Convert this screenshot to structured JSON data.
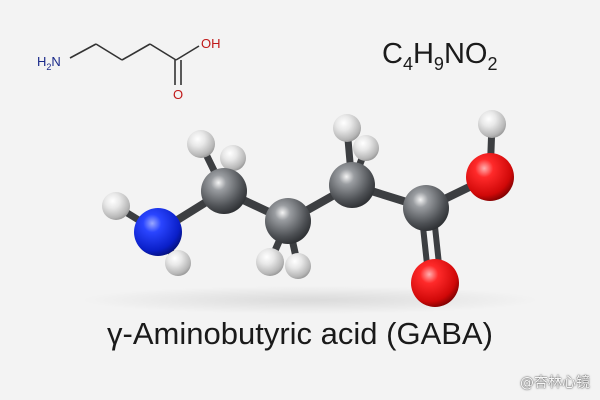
{
  "skeletal": {
    "amine_label_main": "H",
    "amine_label_sub": "2",
    "amine_label_tail": "N",
    "hydroxyl_label": "OH",
    "carbonyl_label": "O"
  },
  "formula": {
    "c": "C",
    "c_sub": "4",
    "h": "H",
    "h_sub": "9",
    "n": "N",
    "o": "O",
    "o_sub": "2"
  },
  "title": "γ-Aminobutyric acid (GABA)",
  "watermark": {
    "text": "@杏林心镜"
  },
  "colors": {
    "background": "#f3f3f3",
    "carbon": "#55585c",
    "hydrogen": "#dcdcdc",
    "nitrogen": "#1030e0",
    "oxygen": "#e01010",
    "skeletal_line": "#333333",
    "skeletal_N": "#1a2a8a",
    "skeletal_O": "#c01818"
  }
}
